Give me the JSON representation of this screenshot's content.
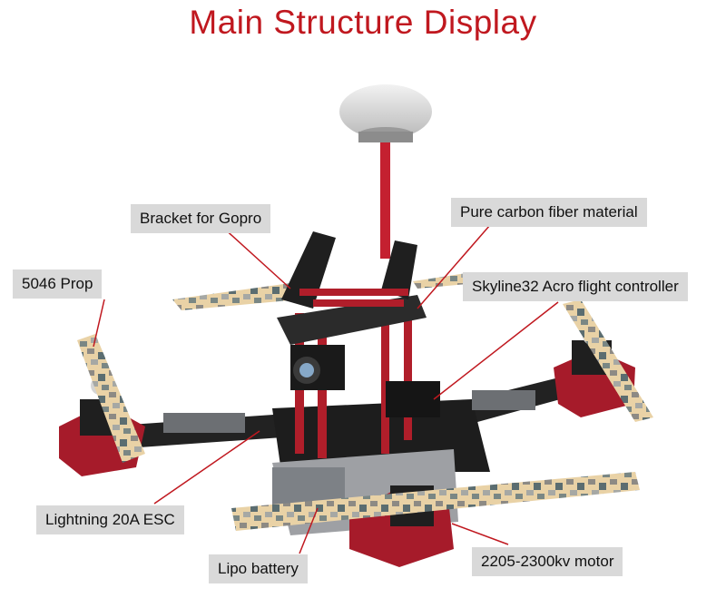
{
  "title": "Main Structure Display",
  "labels": {
    "bracket": "Bracket for Gopro",
    "carbon": "Pure carbon fiber material",
    "prop": "5046 Prop",
    "flight_controller": "Skyline32 Acro flight controller",
    "esc": "Lightning 20A ESC",
    "battery": "Lipo battery",
    "motor": "2205-2300kv motor"
  },
  "colors": {
    "title": "#c0181f",
    "label_bg": "#d9d9d9",
    "leader_line": "#c0181f",
    "frame_red": "#b01e2a",
    "carbon": "#2a2a2a"
  }
}
